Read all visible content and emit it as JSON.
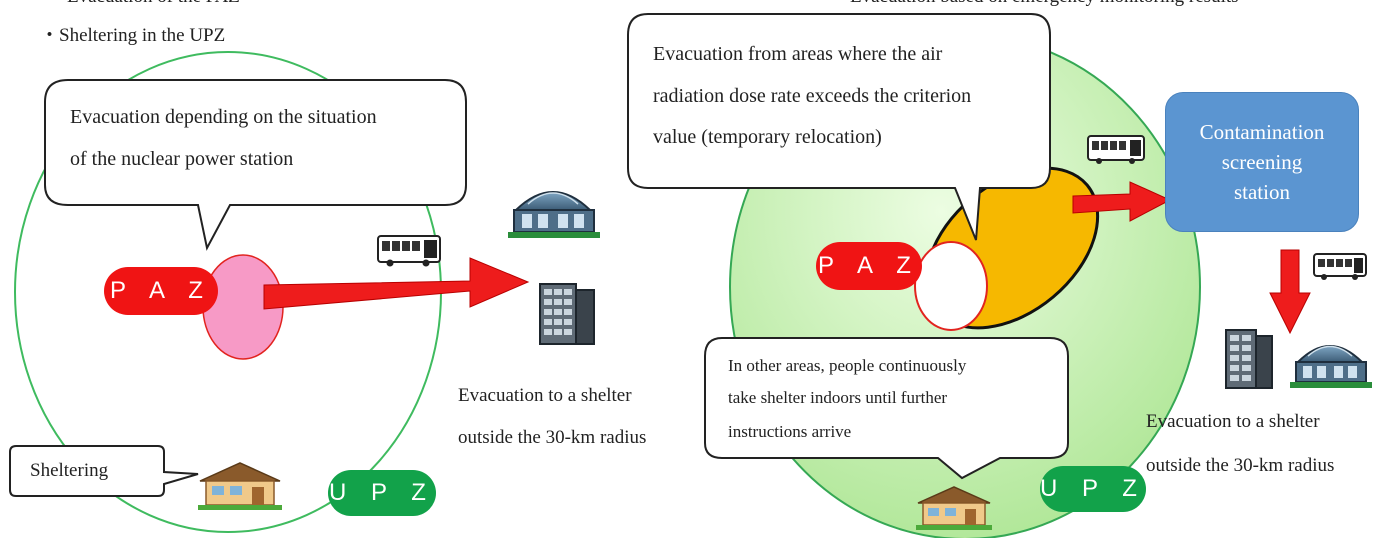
{
  "header": {
    "left_top_cut": "Evacuation of the PAZ",
    "left_line2": "・Sheltering in the UPZ",
    "right_top_cut": "Evacuation based on emergency monitoring results"
  },
  "left_panel": {
    "bubble_lines": [
      "Evacuation depending on the situation",
      "of the nuclear power station"
    ],
    "paz_label": "P A Z",
    "upz_label": "U P Z",
    "sheltering_label": "Sheltering",
    "shelter_lines": [
      "Evacuation to a shelter",
      "outside the 30-km radius"
    ]
  },
  "right_panel": {
    "bubble_top_lines": [
      "Evacuation from areas where the air",
      "radiation dose rate exceeds the criterion",
      "value (temporary relocation)"
    ],
    "bubble_bottom_lines": [
      "In other areas, people continuously",
      "take shelter indoors until further",
      "instructions arrive"
    ],
    "paz_label": "P A Z",
    "upz_label": "U P Z",
    "screening_lines": [
      "Contamination",
      "screening",
      "station"
    ],
    "shelter_lines": [
      "Evacuation to a shelter",
      "outside the 30-km radius"
    ]
  },
  "colors": {
    "paz_red": "#f01414",
    "upz_green": "#12a24a",
    "upz_fill": "#c4f0b0",
    "paz_pink": "#f79ac6",
    "relocation_orange": "#f6b800",
    "arrow_red": "#ee1c1c",
    "screening_blue": "#5b95d1"
  },
  "icons": [
    "bus-icon",
    "gymnasium-icon",
    "apartment-building-icon",
    "house-icon"
  ]
}
